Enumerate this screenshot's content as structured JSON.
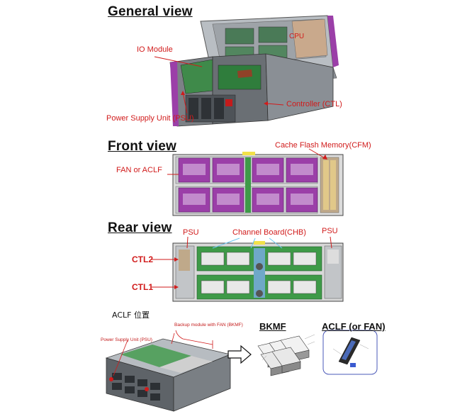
{
  "sections": {
    "general": {
      "heading": "General view",
      "labels": {
        "io_module": "IO Module",
        "cpu": "CPU",
        "psu": "Power Supply Unit (PSU)",
        "controller": "Controller (CTL)"
      }
    },
    "front": {
      "heading": "Front view",
      "labels": {
        "fan": "FAN or ACLF",
        "cfm": "Cache Flash Memory(CFM)"
      }
    },
    "rear": {
      "heading": "Rear view",
      "labels": {
        "psu_left": "PSU",
        "chb": "Channel Board(CHB)",
        "psu_right": "PSU",
        "ctl2": "CTL2",
        "ctl1": "CTL1"
      }
    },
    "aclf": {
      "title": "ACLF 位置",
      "labels": {
        "psu": "Power Supply Unit (PSU)",
        "bkmf_desc": "Backup module with FAN (BKMF)",
        "bkmf": "BKMF",
        "aclf_or_fan": "ACLF (or FAN)"
      }
    }
  },
  "colors": {
    "label_red": "#d11b1b",
    "purple": "#9b3fa8",
    "green": "#3e9a48",
    "chassis_gray": "#6f7378"
  }
}
